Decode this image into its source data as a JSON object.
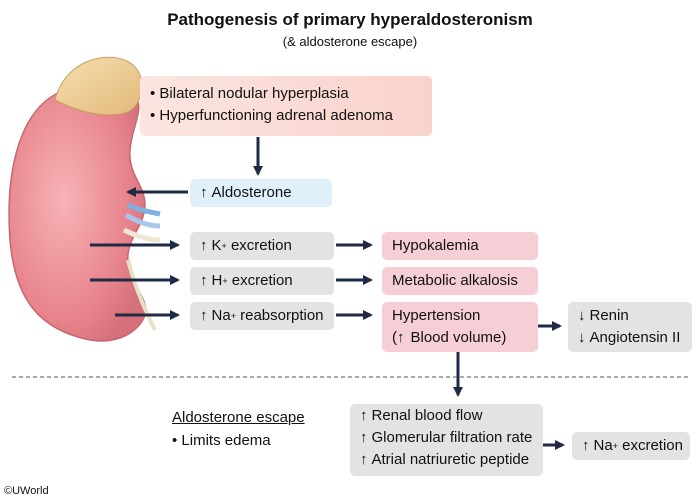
{
  "title": "Pathogenesis of primary hyperaldosteronism",
  "subtitle": "(& aldosterone escape)",
  "causes": [
    "Bilateral nodular hyperplasia",
    "Hyperfunctioning adrenal adenoma"
  ],
  "aldosterone": "Aldosterone",
  "effects": {
    "k": {
      "ion": "K",
      "charge": "+",
      "label": "excretion"
    },
    "h": {
      "ion": "H",
      "charge": "+",
      "label": "excretion"
    },
    "na": {
      "ion": "Na",
      "charge": "+",
      "label": "reabsorption"
    }
  },
  "outcomes": {
    "hypokalemia": "Hypokalemia",
    "alkalosis": "Metabolic alkalosis",
    "hypertension_line1": "Hypertension",
    "hypertension_line2": "Blood volume"
  },
  "suppressed": [
    "Renin",
    "Angiotensin II"
  ],
  "escape": {
    "heading": "Aldosterone escape",
    "item": "Limits edema",
    "increases": [
      "Renal blood flow",
      "Glomerular filtration rate",
      "Atrial natriuretic peptide"
    ],
    "result_ion": "Na",
    "result_charge": "+",
    "result_label": "excretion"
  },
  "copyright": "©UWorld",
  "colors": {
    "arrow": "#1f2a44",
    "pink_box": "#f6cfd6",
    "grey_box": "#e3e3e3",
    "blue_box": "#dff0fb"
  }
}
